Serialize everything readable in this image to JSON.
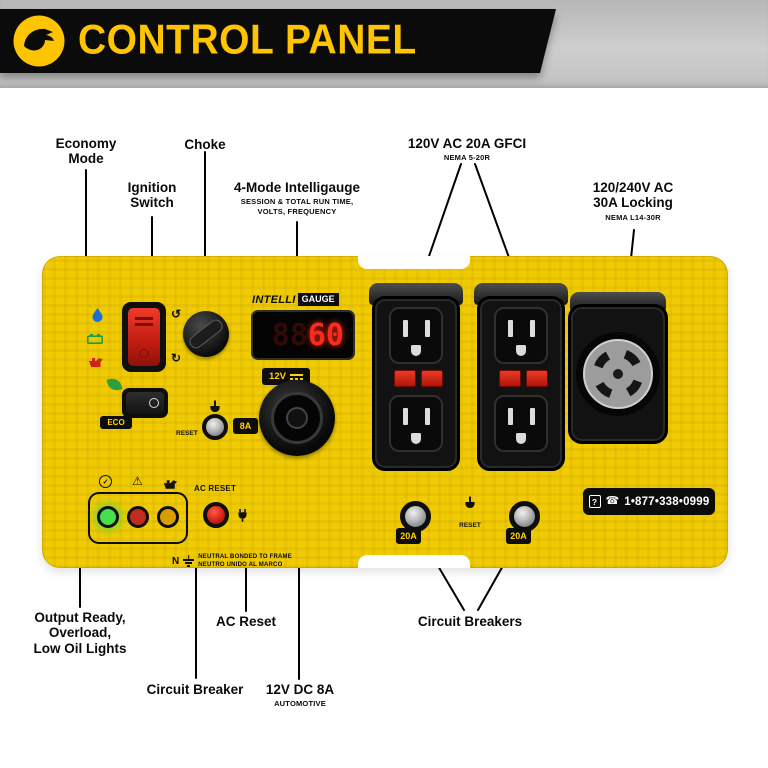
{
  "header": {
    "title": "CONTROL PANEL"
  },
  "callouts": {
    "economy_mode": "Economy\nMode",
    "ignition_switch": "Ignition\nSwitch",
    "choke": "Choke",
    "intelligauge_title": "4-Mode Intelligauge",
    "intelligauge_sub": "SESSION & TOTAL RUN TIME,\nVOLTS, FREQUENCY",
    "gfci_title": "120V AC 20A GFCI",
    "gfci_sub": "NEMA 5-20R",
    "locking_title": "120/240V AC\n30A Locking",
    "locking_sub": "NEMA L14-30R",
    "output_lights": "Output Ready,\nOverload,\nLow Oil Lights",
    "circuit_breaker": "Circuit Breaker",
    "ac_reset": "AC Reset",
    "dc_title": "12V DC 8A",
    "dc_sub": "AUTOMOTIVE",
    "circuit_breakers": "Circuit Breakers"
  },
  "panel": {
    "intelligauge": {
      "brand_left": "INTELLI",
      "brand_right": "GAUGE",
      "display_dim": "88",
      "display_value": "60"
    },
    "dc_outlet_label": "12V",
    "eco_label": "ECO",
    "breaker_8a": {
      "reset": "RESET",
      "amps": "8A"
    },
    "ac_reset_label": "AC RESET",
    "breakers_20a": {
      "reset": "RESET",
      "left_amps": "20A",
      "right_amps": "20A"
    },
    "phone": "1•877•338•0999",
    "neutral_symbol": "N",
    "neutral_line1": "NEUTRAL BONDED TO FRAME",
    "neutral_line2": "NEUTRO UNIDO AL MARCO"
  },
  "icons": {
    "check": "✓",
    "warning": "⚠",
    "phone": "☎",
    "question": "?",
    "rotate_ccw": "↺",
    "rotate_cw": "↻"
  },
  "colors": {
    "brand_yellow": "#ffc400",
    "panel_yellow": "#f0cb02",
    "header_black": "#0b0b0b",
    "display_red": "#ff2b1a",
    "light_green": "#46e04b",
    "light_red": "#c22b1f",
    "light_amber": "#d89d00"
  }
}
